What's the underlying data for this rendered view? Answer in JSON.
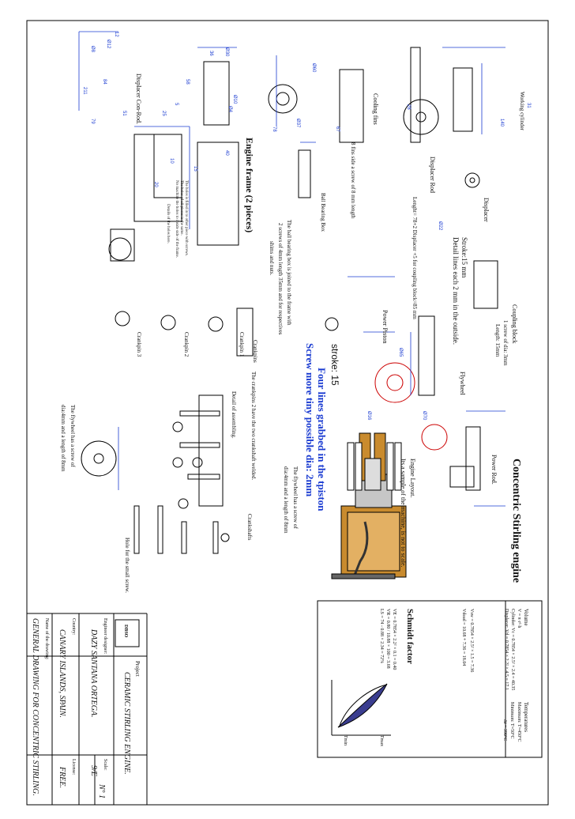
{
  "title_block": {
    "project_label": "Project",
    "project_name": "CERAMIC STIRLING ENGINE.",
    "designer_label": "Engineer designer:",
    "designer_name": "DAZY SANTANA ORTEGA.",
    "scale_label": "Scale:",
    "scale_value": "9/E",
    "number_value": "N° 1",
    "country_label": "Country:",
    "country_value": "CANARY ISLANDS, SPAIN.",
    "license_label": "License:",
    "license_value": "FREE.",
    "drawing_name_label": "Name of the drawing:",
    "drawing_name": "GENERAL DRAWING FOR CONCENTRIC STIRLING.",
    "logo_text": "DBSO"
  },
  "headings": {
    "main": "Concentric Stirling engine",
    "engine_frame": "Engine frame (2 pieces)",
    "schmidt": "Schmidt factor",
    "four_lines": "Four lines grabbed in the tpiston",
    "screw_more": "Screw more tiny possible dia: 2mm",
    "stroke": "stroke: 15",
    "stroke_note": "Stroke:15 mm",
    "detail_lines": "Detail lines each 2 mm in the outside."
  },
  "labels": {
    "working_cylinder": "Working cylinder",
    "cooling_fins": "Cooling fins",
    "displacer_rod": "Displacer Rod",
    "displacer": "Displacer",
    "displacer_conrod": "Displacer Con-Rod.",
    "coupling_block": "Coupling block",
    "coupling_screw": "1 screw of dia: 3mm",
    "coupling_length": "Length: 15mm",
    "power_piston": "Power Piston",
    "flywheel": "Flywheel",
    "engine_layout": "Engine Layout.",
    "layout_note": "Its a sample of the machine, is not to scale.",
    "power_rod": "Power Rod.",
    "ball_box": "Ball Bearing Box",
    "ball_box_note1": "The ball bearing box is joined to the frame with",
    "ball_box_note2": "2 screws of 4mm length 35mm and for respectives",
    "ball_box_note3": "shims and nuts.",
    "fins_note": "8 fins side a screw of 8 mm length",
    "rod_length": "Lenght= 78+2 Displacer +5 for coupling block=85 mm",
    "crankpins": "Crankpins",
    "crankpin1": "Crankpin 1",
    "crankpin2": "Crankpin 2",
    "crankpin3": "Crankpin 3",
    "crankpins_note": "The crankpins 2 have the two crankshaft welded.",
    "assembly": "Detail of assembling.",
    "crankshafts": "Crankshafts",
    "flywheel_screw1": "The flywheel has a screw of",
    "flywheel_screw2": "dia:4mm and a length of 8mm",
    "hole_note": "Hole for the small screw.",
    "frame_note1": "The holes is filled in to other piece with screws.",
    "frame_note2": "The holes of all pieces is the same.",
    "frame_note3": "No machine the holes to inside side of the frame.",
    "details_holes": "Details of the holes here.",
    "temperatures": "Temperatures",
    "t_max": "Maximum: T=450°C",
    "t_min": "Minimum: T=50°C",
    "t_delta": "Δt = 390°C",
    "volume_label": "Volume",
    "tmax": "Tmax",
    "tmin": "Tmin"
  },
  "dimensions": [
    "Ø30",
    "Ø10",
    "36",
    "58",
    "5",
    "Ø4",
    "25",
    "40",
    "10",
    "15",
    "20",
    "Ø22",
    "28",
    "Ø12",
    "Ø8",
    "12",
    "51",
    "211",
    "84",
    "79",
    "Ø16",
    "Ø70",
    "Ø65",
    "Ø60",
    "78",
    "140",
    "31",
    "67",
    "Ø37"
  ],
  "formulas": [
    "V = π·r²·h",
    "Cylinder: Vc = 0.7854 × 2.5² × 2.4 = 40.35",
    "Displacer: Vd = 0.7854 × 2.2² × 4.5 = 17.1",
    "Vsw = 0.7854 × 2.5² × 1.5 = 7.36",
    "Vdead = 10.68 + 7.36 = 18.04",
    "VE = 0.7854 × 2.2² × 0.1 = 0.40",
    "VR = 0.80 / 10.88 × 100 = 3.68",
    "LS = 74 - 0.88 × 2.34 = 72%"
  ]
}
